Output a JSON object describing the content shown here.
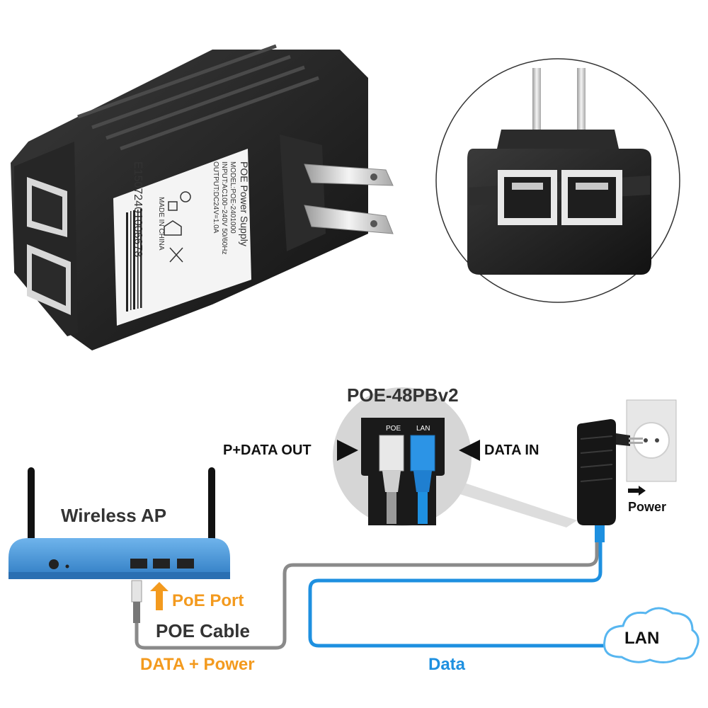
{
  "label": {
    "brand": "POE Power Supply",
    "model": "MODEL:POE-2401000",
    "input": "INPUT:AC100~240V 50/60Hz",
    "output": "OUTPUT:DC24V=1.0A",
    "origin": "MADE IN CHINA",
    "serial": "E15072401006678"
  },
  "diagram": {
    "injector_model": "POE-48PBv2",
    "port_poe_label": "POE",
    "port_lan_label": "LAN",
    "p_data_out": "P+DATA OUT",
    "data_in": "DATA IN",
    "wireless_ap": "Wireless AP",
    "poe_port": "PoE Port",
    "poe_cable": "POE Cable",
    "data_power": "DATA + Power",
    "data": "Data",
    "lan": "LAN",
    "power": "Power"
  },
  "colors": {
    "device_body": "#1c1c1c",
    "cable_gray": "#8a8a8a",
    "cable_blue": "#1e90e0",
    "ap_blue": "#3b8fd6",
    "accent_orange": "#f39a1e"
  }
}
